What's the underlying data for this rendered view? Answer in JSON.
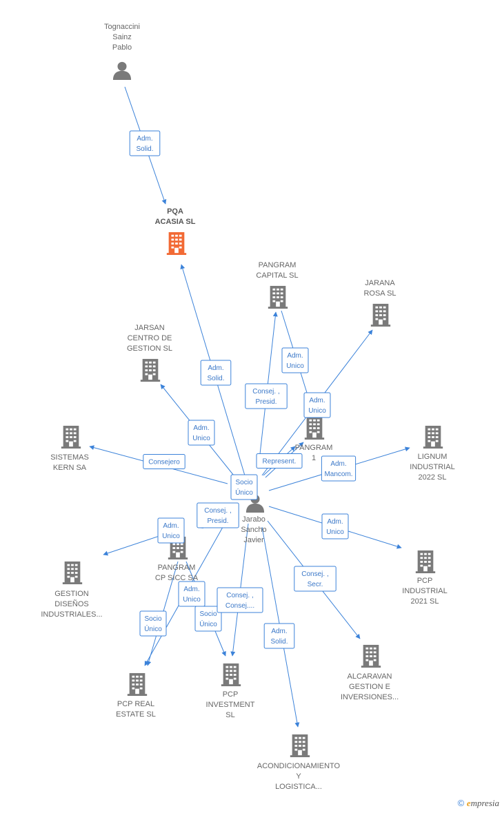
{
  "colors": {
    "edge": "#3b82d9",
    "company": "#7a7a7a",
    "highlight": "#f26a35",
    "person": "#7a7a7a"
  },
  "nodes": [
    {
      "id": "tognaccini",
      "type": "person",
      "lines": [
        "Tognaccini",
        "Sainz",
        "Pablo"
      ]
    },
    {
      "id": "pqa",
      "type": "company",
      "highlight": true,
      "lines": [
        "PQA",
        "ACASIA  SL"
      ]
    },
    {
      "id": "pangram_capital",
      "type": "company",
      "lines": [
        "PANGRAM",
        "CAPITAL  SL"
      ]
    },
    {
      "id": "jarana",
      "type": "company",
      "lines": [
        "JARANA",
        "ROSA  SL"
      ]
    },
    {
      "id": "jarsan",
      "type": "company",
      "lines": [
        "JARSAN",
        "CENTRO DE",
        "GESTION  SL"
      ]
    },
    {
      "id": "sistemas",
      "type": "company",
      "lines": [
        "SISTEMAS",
        "KERN SA"
      ]
    },
    {
      "id": "pangram1",
      "type": "company",
      "lines": [
        "PANGRAM",
        "1"
      ]
    },
    {
      "id": "lignum",
      "type": "company",
      "lines": [
        "LIGNUM",
        "INDUSTRIAL",
        "2022  SL"
      ]
    },
    {
      "id": "jarabo",
      "type": "person",
      "lines": [
        "Jarabo",
        "Sancho",
        "Javier"
      ]
    },
    {
      "id": "pangram_cp",
      "type": "company",
      "lines": [
        "PANGRAM",
        "CP SICC SA"
      ]
    },
    {
      "id": "gestion",
      "type": "company",
      "lines": [
        "GESTION",
        "DISEÑOS",
        "INDUSTRIALES..."
      ]
    },
    {
      "id": "pcp_ind",
      "type": "company",
      "lines": [
        "PCP",
        "INDUSTRIAL",
        "2021  SL"
      ]
    },
    {
      "id": "alcaravan",
      "type": "company",
      "lines": [
        "ALCARAVAN",
        "GESTION E",
        "INVERSIONES..."
      ]
    },
    {
      "id": "pcp_real",
      "type": "company",
      "lines": [
        "PCP REAL",
        "ESTATE  SL"
      ]
    },
    {
      "id": "pcp_inv",
      "type": "company",
      "lines": [
        "PCP",
        "INVESTMENT",
        "SL"
      ]
    },
    {
      "id": "acond",
      "type": "company",
      "lines": [
        "ACONDICIONAMIENTO",
        "Y",
        "LOGISTICA..."
      ]
    }
  ],
  "edges": [
    {
      "from": "tognaccini",
      "to": "pqa",
      "lines": [
        "Adm.",
        "Solid."
      ]
    },
    {
      "from": "jarabo",
      "to": "pqa",
      "lines": [
        "Adm.",
        "Solid."
      ]
    },
    {
      "from": "jarabo",
      "to": "pangram_capital",
      "lines": [
        "Consej. ,",
        "Presid."
      ]
    },
    {
      "from": "pangram_capital",
      "to": "pangram1",
      "lines": [
        "Adm.",
        "Unico"
      ]
    },
    {
      "from": "jarabo",
      "to": "jarana",
      "lines": [
        "Adm.",
        "Unico"
      ]
    },
    {
      "from": "jarabo",
      "to": "jarsan",
      "lines": [
        "Adm.",
        "Unico"
      ]
    },
    {
      "from": "jarabo",
      "to": "sistemas",
      "lines": [
        "Consejero"
      ]
    },
    {
      "from": "jarabo",
      "to": "pangram1",
      "lines": [
        "Represent."
      ]
    },
    {
      "from": "jarabo",
      "to": "pangram1",
      "lines": [
        "Socio",
        "Único"
      ]
    },
    {
      "from": "jarabo",
      "to": "lignum",
      "lines": [
        "Adm.",
        "Mancom."
      ]
    },
    {
      "from": "jarabo",
      "to": "pangram_cp",
      "lines": [
        "Consej. ,",
        "Presid."
      ]
    },
    {
      "from": "pangram_cp",
      "to": "gestion",
      "lines": [
        "Adm.",
        "Unico"
      ]
    },
    {
      "from": "jarabo",
      "to": "pcp_ind",
      "lines": [
        "Adm.",
        "Unico"
      ]
    },
    {
      "from": "jarabo",
      "to": "alcaravan",
      "lines": [
        "Consej. ,",
        "Secr."
      ]
    },
    {
      "from": "jarabo",
      "to": "pcp_real",
      "lines": [
        "Adm.",
        "Unico"
      ]
    },
    {
      "from": "pangram_cp",
      "to": "pcp_real",
      "lines": [
        "Socio",
        "Único"
      ]
    },
    {
      "from": "pangram_cp",
      "to": "pcp_inv",
      "lines": [
        "Socio",
        "Único"
      ]
    },
    {
      "from": "jarabo",
      "to": "pcp_inv",
      "lines": [
        "Consej. ,",
        "Consej...."
      ]
    },
    {
      "from": "jarabo",
      "to": "acond",
      "lines": [
        "Adm.",
        "Solid."
      ]
    }
  ],
  "footer": {
    "copyright": "©",
    "brand_initial": "e",
    "brand_rest": "mpresia"
  }
}
